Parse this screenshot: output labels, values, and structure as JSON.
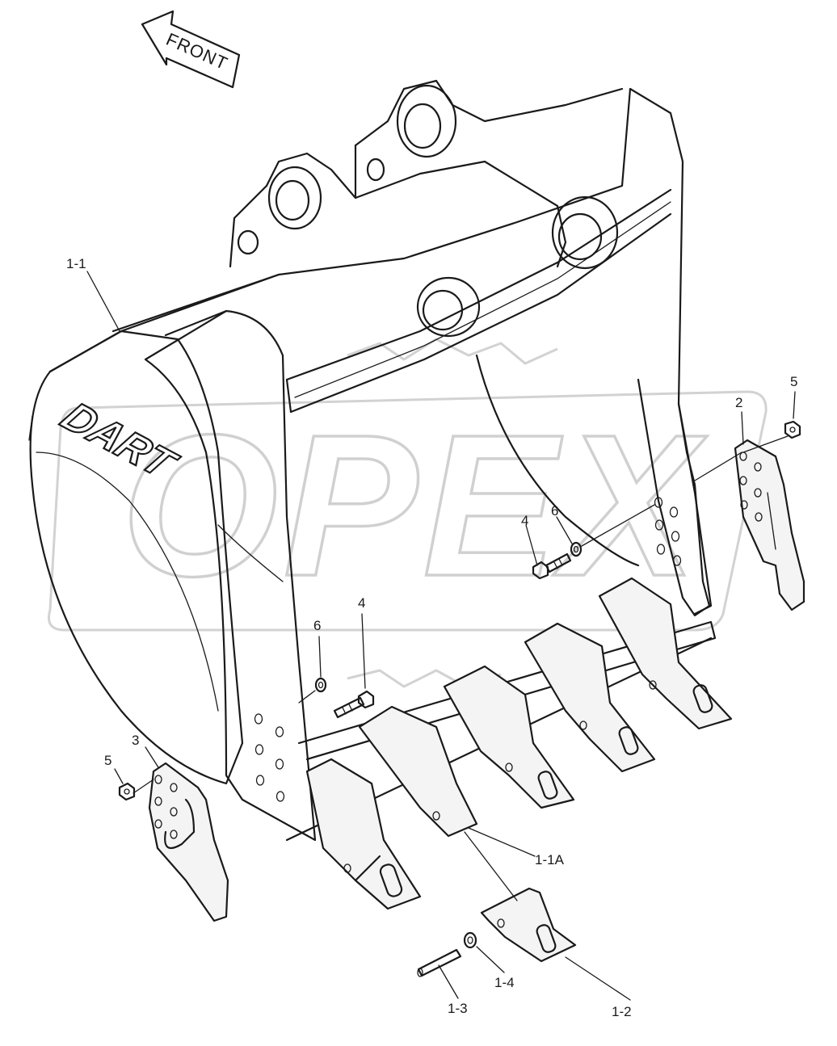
{
  "direction_arrow": {
    "text": "FRONT"
  },
  "bucket_logo": {
    "text": "DART"
  },
  "watermark": {
    "text": "OPEX"
  },
  "callouts": {
    "bucket_assy": "1-1",
    "adapter": "1-1A",
    "tooth_point": "1-2",
    "pin": "1-3",
    "lock_washer": "1-4",
    "side_cutter_right": "2",
    "side_cutter_left": "3",
    "bolt_right": "4",
    "bolt_left": "4",
    "nut_right": "5",
    "nut_left": "5",
    "washer_right": "6",
    "washer_left": "6"
  }
}
